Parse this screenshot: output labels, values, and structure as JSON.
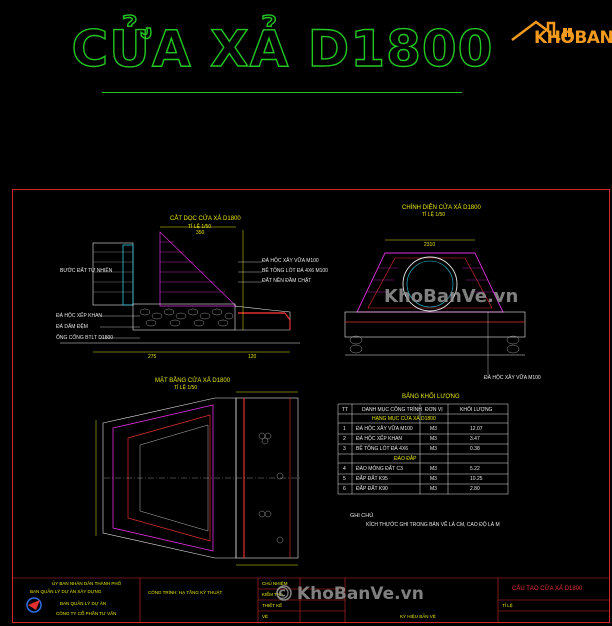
{
  "title": "CỬA XẢ D1800",
  "logo": {
    "text": "KHOBANVE"
  },
  "views": {
    "section_view": {
      "title": "CẮT DỌC CỬA XẢ D1800",
      "scale": "TỈ LỆ 1/50"
    },
    "front_view": {
      "title": "CHÍNH DIỆN CỬA XẢ D1800",
      "scale": "TỈ LỆ 1/50"
    },
    "plan_view": {
      "title": "MẶT BẰNG CỬA XẢ D1800",
      "scale": "TỈ LỆ 1/50"
    }
  },
  "section_labels": {
    "top_dim": "350",
    "bottom_dim_left": "275",
    "bottom_dim_right": "120",
    "pipe_label": "ỐNG CỐNG BTLT D1800",
    "left_note": "BƯỚC ĐẤT TỰ NHIÊN",
    "note1": "ĐÁ HỘC XÂY VỮA M100",
    "note2": "BÊ TÔNG LÓT ĐÁ 4X6 M100",
    "note3": "ĐẤT NỀN ĐẦM CHẶT",
    "note4": "ĐÁ HỘC XẾP KHAN",
    "note5": "ĐÁ DĂM ĐỆM"
  },
  "front_labels": {
    "top_dim": "2310",
    "note": "ĐÁ HỘC XÂY VỮA M100"
  },
  "quantity_table": {
    "title": "BẢNG KHỐI LƯỢNG",
    "headers": [
      "TT",
      "DANH MỤC CÔNG TRÌNH",
      "ĐƠN VỊ",
      "KHỐI LƯỢNG"
    ],
    "group1": "HẠNG MỤC CỬA XẢ D1800",
    "group2": "ĐÀO ĐẮP",
    "rows": [
      [
        "1",
        "ĐÁ HỘC XÂY VỮA M100",
        "M3",
        "12.07"
      ],
      [
        "2",
        "ĐÁ HỘC XẾP KHAN",
        "M3",
        "3.47"
      ],
      [
        "3",
        "BÊ TÔNG LÓT ĐÁ 4X6",
        "M3",
        "0.38"
      ],
      [
        "4",
        "ĐÀO MÓNG ĐẤT C3",
        "M3",
        "5.22"
      ],
      [
        "5",
        "ĐẮP ĐẤT K95",
        "M3",
        "10.25"
      ],
      [
        "6",
        "ĐẮP ĐẤT K90",
        "M3",
        "2.80"
      ]
    ]
  },
  "notes": {
    "heading": "GHI CHÚ",
    "line1": "KÍCH THƯỚC GHI TRONG BẢN VẼ LÀ CM, CAO ĐỘ LÀ M"
  },
  "title_block": {
    "owner1": "ỦY BAN NHÂN DÂN THÀNH PHỐ",
    "owner2": "BAN QUẢN LÝ DỰ ÁN XÂY DỰNG",
    "owner3": "BAN QUẢN LÝ DỰ ÁN",
    "consultant": "CÔNG TY CỔ PHẦN TƯ VẤN",
    "project_line": "CÔNG TRÌNH: HẠ TẦNG KỸ THUẬT",
    "drawing_name": "CẤU TẠO CỬA XẢ D1800",
    "roles": [
      "CHỦ NHIỆM",
      "KIỂM TRA",
      "THIẾT KẾ",
      "VẼ"
    ],
    "sheet_ref": "KÝ HIỆU BẢN VẼ",
    "scale_label": "TỈ LỆ"
  },
  "watermarks": {
    "middle": "KhoBanVe.vn",
    "bottom": "© KhoBanVe.vn"
  },
  "colors": {
    "title_green": "#22c722",
    "frame_red": "#d02828",
    "cad_yellow": "#e6e600",
    "cad_cyan": "#2ec9e6",
    "cad_white": "#e8e8e8",
    "cad_magenta": "#e030e0",
    "logo_orange": "#f29a1d"
  }
}
